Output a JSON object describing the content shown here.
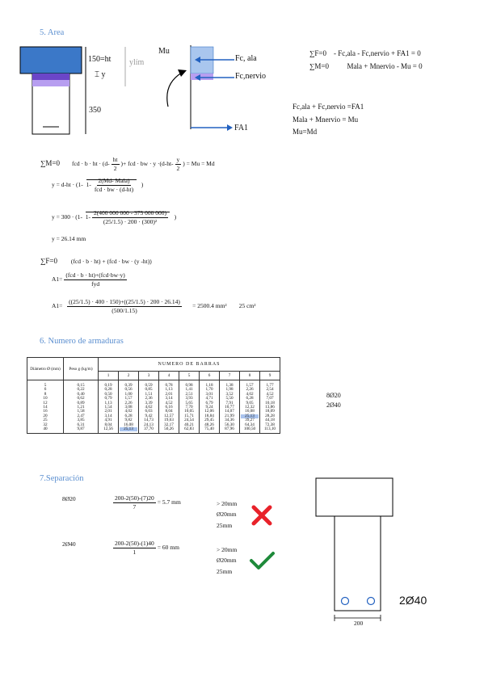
{
  "sections": {
    "area": "5. Area",
    "armaduras": "6. Numero de armaduras",
    "separacion": "7.Separación"
  },
  "diagram": {
    "ht_label": "150=ht",
    "y_label": "y",
    "ylim_label": "ylím",
    "h350_label": "350",
    "mu_label": "Mu",
    "fc_ala_label": "Fc, ala",
    "fc_nervio_label": "Fc,nervio",
    "fa1_label": "FA1"
  },
  "equilibrium": {
    "sum_f_lhs": "∑F=0",
    "sum_f_rhs": "- Fc,ala - Fc,nervio + FA1 = 0",
    "sum_m_lhs": "∑M=0",
    "sum_m_rhs": "Mala + Mnervio - Mu = 0",
    "line1": "Fc,ala + Fc,nervio =FA1",
    "line2": "Mala + Mnervio = Mu",
    "line3": "Mu=Md"
  },
  "formulas": {
    "sm0": "∑M=0",
    "sm0_a": "fcd · b · ht · (d-",
    "sm0_frac_num": "ht",
    "sm0_frac_den": "2",
    "sm0_b": ")+ fcd · bw · y ·(d-ht-",
    "sm0_frac2_num": "y",
    "sm0_frac2_den": "2",
    "sm0_c": ") = Mu = Md",
    "y_eq_a": "y = d-ht · (1-",
    "y_eq_one": "1-",
    "y_eq_num": "2(Md- Mala)",
    "y_eq_den": "fcd · bw · (d-ht)",
    "y_eq_close": ")",
    "y_num_a": "y = 300 · (1-",
    "y_num_one": "1-",
    "y_num_num": "2(400 000 000 - 375 000 000)",
    "y_num_den": "(25/1.5) · 200 · (300)²",
    "y_num_close": ")",
    "y_result": "y = 26.14 mm",
    "sf0": "∑F=0",
    "sf0_rhs": "(fcd · b · ht) + (fcd · bw · (y -ht))",
    "a1_lhs": "A1=",
    "a1_num": "(fcd · b · ht)+(fcd·bw·y)",
    "a1_den": "fyd",
    "a1v_lhs": "A1=",
    "a1v_num": "((25/1.5) · 400 · 150)+((25/1.5) · 200 · 26.14)",
    "a1v_den": "(500/1.15)",
    "a1v_result": "= 2500.4 mm²",
    "a1v_cm": "25 cm²"
  },
  "table": {
    "col_diam": "Diámetro Ø (mm)",
    "col_peso": "Peso g (kg/m)",
    "col_numero": "NUMERO DE BARRAS",
    "bar_numbers": [
      "1",
      "2",
      "3",
      "4",
      "5",
      "6",
      "7",
      "8",
      "9"
    ],
    "diametros": [
      "5",
      "6",
      "8",
      "10",
      "12",
      "14",
      "16",
      "20",
      "25",
      "32",
      "40"
    ],
    "pesos": [
      "0,15",
      "0,22",
      "0,40",
      "0,62",
      "0,89",
      "1,21",
      "1,58",
      "2,47",
      "3,85",
      "6,31",
      "9,87"
    ],
    "valores": [
      [
        "0,19",
        "0,28",
        "0,50",
        "0,79",
        "1,13",
        "1,54",
        "2,01",
        "3,14",
        "4,91",
        "8,04",
        "12,56"
      ],
      [
        "0,39",
        "0,56",
        "1,00",
        "1,57",
        "2,26",
        "3,08",
        "4,02",
        "6,28",
        "9,82",
        "16,08",
        "25,13"
      ],
      [
        "0,59",
        "0,85",
        "1,51",
        "2,36",
        "3,39",
        "4,62",
        "6,03",
        "9,42",
        "14,73",
        "24,13",
        "37,70"
      ],
      [
        "0,78",
        "1,13",
        "2,01",
        "3,14",
        "4,52",
        "6,16",
        "8,04",
        "12,57",
        "19,63",
        "32,17",
        "50,26"
      ],
      [
        "0,98",
        "1,41",
        "2,51",
        "3,93",
        "5,65",
        "7,70",
        "10,05",
        "15,71",
        "24,54",
        "40,21",
        "62,83"
      ],
      [
        "1,18",
        "1,70",
        "3,01",
        "4,71",
        "6,79",
        "9,24",
        "12,06",
        "18,84",
        "29,45",
        "48,26",
        "75,40"
      ],
      [
        "1,38",
        "1,98",
        "3,52",
        "5,50",
        "7,91",
        "10,77",
        "14,07",
        "21,99",
        "34,36",
        "56,30",
        "87,96"
      ],
      [
        "1,57",
        "2,26",
        "4,02",
        "6,28",
        "9,05",
        "12,32",
        "16,08",
        "25,13",
        "39,27",
        "64,34",
        "100,50"
      ],
      [
        "1,77",
        "2,54",
        "4,52",
        "7,07",
        "10,18",
        "13,86",
        "18,09",
        "28,28",
        "44,18",
        "72,38",
        "113,10"
      ]
    ],
    "highlight_a": "25,13",
    "highlight_b": "25,13",
    "side_1": "8Ø20",
    "side_2": "2Ø40"
  },
  "separacion": {
    "r1_label": "8Ø20",
    "r1_num": "200-2(50)-(7)20",
    "r1_den": "7",
    "r1_result": "= 5.7 mm",
    "r1_c1": "> 20mm",
    "r1_c2": "Ø20mm",
    "r1_c3": "25mm",
    "r2_label": "2Ø40",
    "r2_num": "200-2(50)-(1)40",
    "r2_den": "1",
    "r2_result": "= 60 mm",
    "r2_c1": "> 20mm",
    "r2_c2": "Ø20mm",
    "r2_c3": "25mm",
    "section_label": "2Ø40",
    "width_label": "200"
  },
  "colors": {
    "heading": "#5b8fd0",
    "flange": "#3b78c8",
    "purple": "#b79ef0",
    "purple_dark": "#6b45c8",
    "arrow_blue": "#2261c0",
    "cross": "#e8222a",
    "check": "#1e8a3a",
    "highlight": "#aac4ee"
  }
}
